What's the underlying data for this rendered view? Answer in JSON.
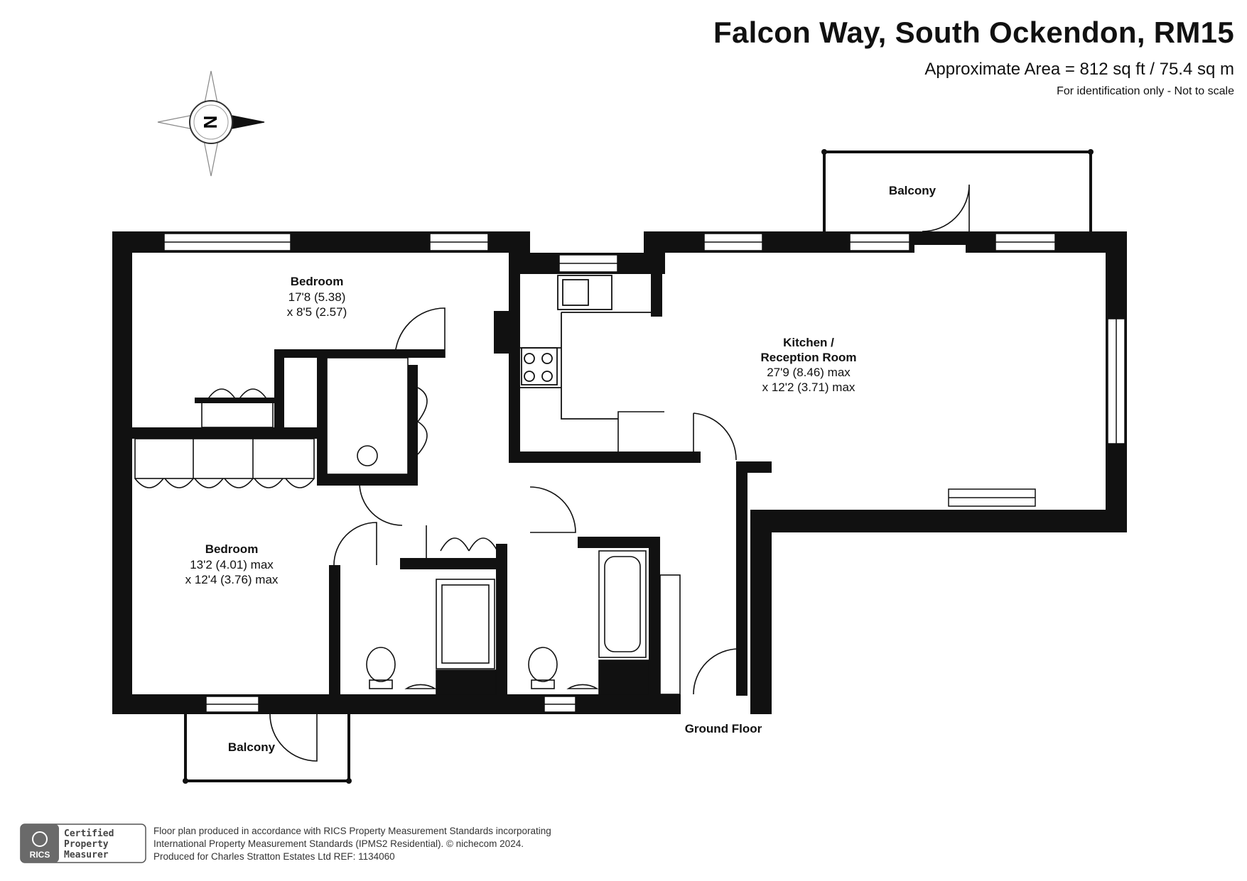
{
  "header": {
    "title": "Falcon Way, South Ockendon, RM15",
    "area": "Approximate Area = 812 sq ft / 75.4 sq m",
    "disclaimer": "For identification only - Not to scale"
  },
  "compass": {
    "letter": "N",
    "icon": "compass-icon"
  },
  "rooms": {
    "bedroom_1": {
      "name": "Bedroom",
      "dim1": "17'8 (5.38)",
      "dim2": "x 8'5 (2.57)"
    },
    "bedroom_2": {
      "name": "Bedroom",
      "dim1": "13'2 (4.01) max",
      "dim2": "x 12'4 (3.76) max"
    },
    "kitchen": {
      "name1": "Kitchen /",
      "name2": "Reception Room",
      "dim1": "27'9 (8.46) max",
      "dim2": "x 12'2 (3.71) max"
    },
    "balcony_top": {
      "name": "Balcony"
    },
    "balcony_bottom": {
      "name": "Balcony"
    }
  },
  "floor_label": "Ground Floor",
  "footer": {
    "badge_certified": "Certified",
    "badge_property": "Property",
    "badge_measurer": "Measurer",
    "badge_rics": "RICS",
    "line1": "Floor plan produced in accordance with RICS Property Measurement Standards incorporating",
    "line2": "International Property Measurement Standards (IPMS2 Residential).   © nichecom 2024.",
    "line3": "Produced for Charles Stratton Estates Ltd   REF: 1134060"
  }
}
